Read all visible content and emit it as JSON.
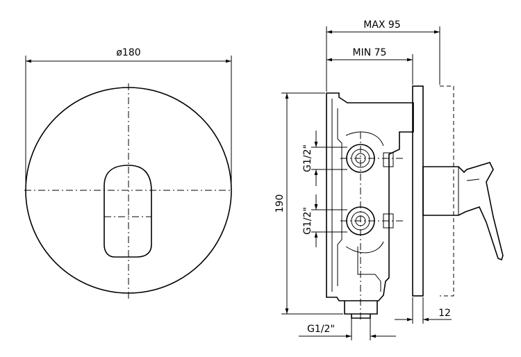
{
  "dimensions": {
    "diameter": "ø180",
    "max_depth": "MAX 95",
    "min_depth": "MIN 75",
    "height": "190",
    "plate_thickness": "12",
    "connection_top": "G1/2\"",
    "connection_middle": "G1/2\"",
    "connection_bottom": "G1/2\""
  }
}
